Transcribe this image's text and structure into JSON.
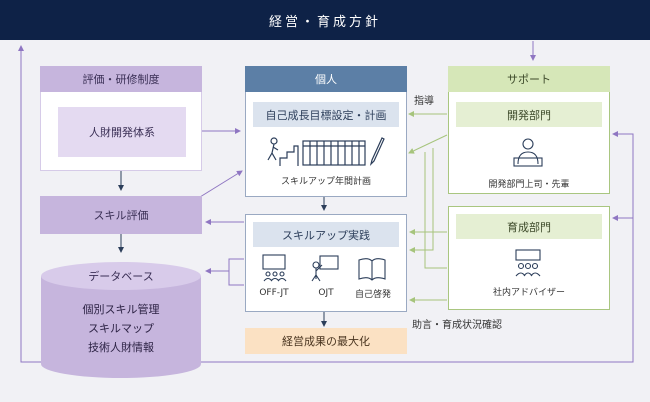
{
  "header": {
    "title": "経営・育成方針"
  },
  "evaluation": {
    "title": "評価・研修制度",
    "inner": "人財開発体系"
  },
  "skill_eval": {
    "label": "スキル評価"
  },
  "database": {
    "title": "データベース",
    "lines": [
      "個別スキル管理",
      "スキルマップ",
      "技術人財情報"
    ]
  },
  "individual": {
    "title": "個人",
    "plan": "自己成長目標設定・計画",
    "plan_caption": "スキルアップ年間計画",
    "practice": "スキルアップ実践",
    "practice_items": [
      "OFF-JT",
      "OJT",
      "自己啓発"
    ],
    "result": "経営成果の最大化"
  },
  "support": {
    "title": "サポート",
    "dev_dept": "開発部門",
    "dev_caption": "開発部門上司・先輩",
    "edu_dept": "育成部門",
    "edu_caption": "社内アドバイザー"
  },
  "labels": {
    "guidance": "指導",
    "advice": "助言・育成状況確認"
  },
  "colors": {
    "navy": "#0e2247",
    "purple_arrow": "#8f76c2",
    "green_arrow": "#a6c47c",
    "blue_arrow": "#2c3e5a"
  }
}
